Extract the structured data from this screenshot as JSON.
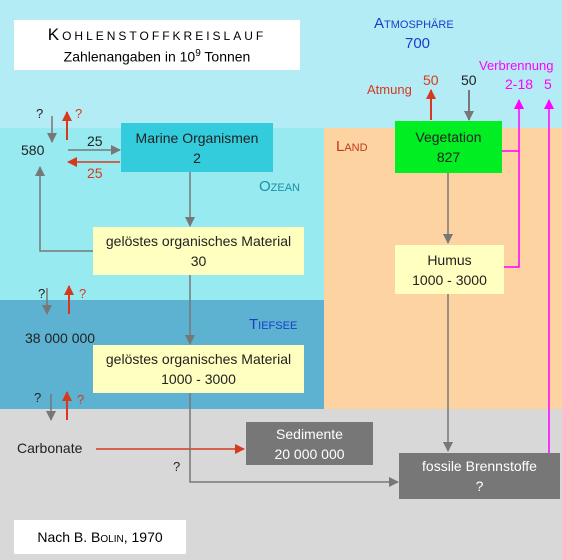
{
  "title": {
    "main": "Kohlenstoffkreislauf",
    "subtitle_pre": "Zahlenangaben in 10",
    "subtitle_exp": "9",
    "subtitle_post": " Tonnen"
  },
  "regions": {
    "atmosphere": {
      "name": "Atmosphäre",
      "value": "700"
    },
    "land": {
      "name": "Land"
    },
    "ocean": {
      "name": "Ozean"
    },
    "deepsea": {
      "name": "Tiefsee"
    }
  },
  "boxes": {
    "marine": {
      "name": "Marine Organismen",
      "value": "2"
    },
    "dissolved_ocean": {
      "name": "gelöstes organisches Material",
      "value": "30"
    },
    "dissolved_deep": {
      "name": "gelöstes organisches Material",
      "value": "1000 - 3000"
    },
    "vegetation": {
      "name": "Vegetation",
      "value": "827"
    },
    "humus": {
      "name": "Humus",
      "value": "1000 - 3000"
    },
    "sediment": {
      "name": "Sedimente",
      "value": "20 000 000"
    },
    "fossil": {
      "name": "fossile Brennstoffe",
      "value": "?"
    }
  },
  "flows": {
    "atmung_label": "Atmung",
    "atmung_value": "50",
    "uptake_value": "50",
    "verbrennung_label": "Verbrennung",
    "verbrennung_value_1": "2-18",
    "verbrennung_value_2": "5",
    "ocean_value": "580",
    "ocean_q_down": "?",
    "ocean_q_up": "?",
    "marine_in": "25",
    "marine_out": "25",
    "deep_value": "38 000 000",
    "deep_q_down": "?",
    "deep_q_up": "?",
    "sed_q_down": "?",
    "sed_q_up": "?",
    "carbonate_label": "Carbonate",
    "fossil_q": "?"
  },
  "source": {
    "prefix": "Nach B. ",
    "name": "Bolin",
    "year": ", 1970"
  },
  "colors": {
    "atmosphere": "#b3ecf5",
    "ocean": "#96eaf0",
    "land": "#fcd3a1",
    "deepsea": "#5cb2d0",
    "ground": "#d8d8d8",
    "red_arrow": "#d63a1e",
    "magenta": "#ff00ff",
    "gray_arrow": "#777777"
  }
}
